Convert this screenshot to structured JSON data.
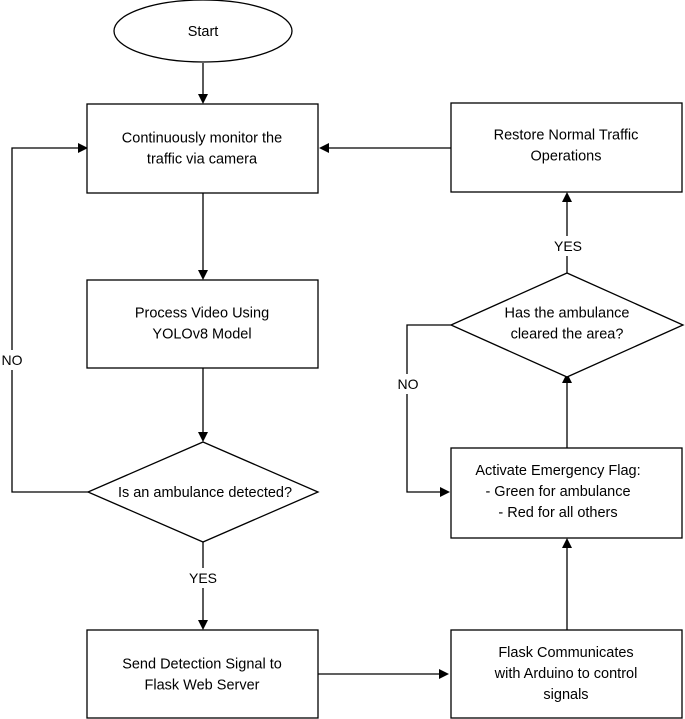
{
  "nodes": {
    "start": {
      "lines": [
        "Start"
      ]
    },
    "monitor": {
      "lines": [
        "Continuously monitor the",
        "traffic via camera"
      ]
    },
    "process": {
      "lines": [
        "Process Video Using",
        "YOLOv8 Model"
      ]
    },
    "detected": {
      "lines": [
        "Is an ambulance detected?"
      ]
    },
    "send": {
      "lines": [
        "Send Detection Signal to",
        "Flask Web Server"
      ]
    },
    "flask": {
      "lines": [
        "Flask Communicates",
        "with Arduino to control",
        "signals"
      ]
    },
    "flag": {
      "lines": [
        "Activate Emergency Flag:",
        "- Green for ambulance",
        "- Red for all others"
      ]
    },
    "cleared": {
      "lines": [
        "Has the ambulance",
        "cleared the area?"
      ]
    },
    "restore": {
      "lines": [
        "Restore Normal Traffic",
        "Operations"
      ]
    }
  },
  "edge_labels": {
    "detected_no": "NO",
    "detected_yes": "YES",
    "cleared_yes": "YES",
    "cleared_no": "NO"
  }
}
